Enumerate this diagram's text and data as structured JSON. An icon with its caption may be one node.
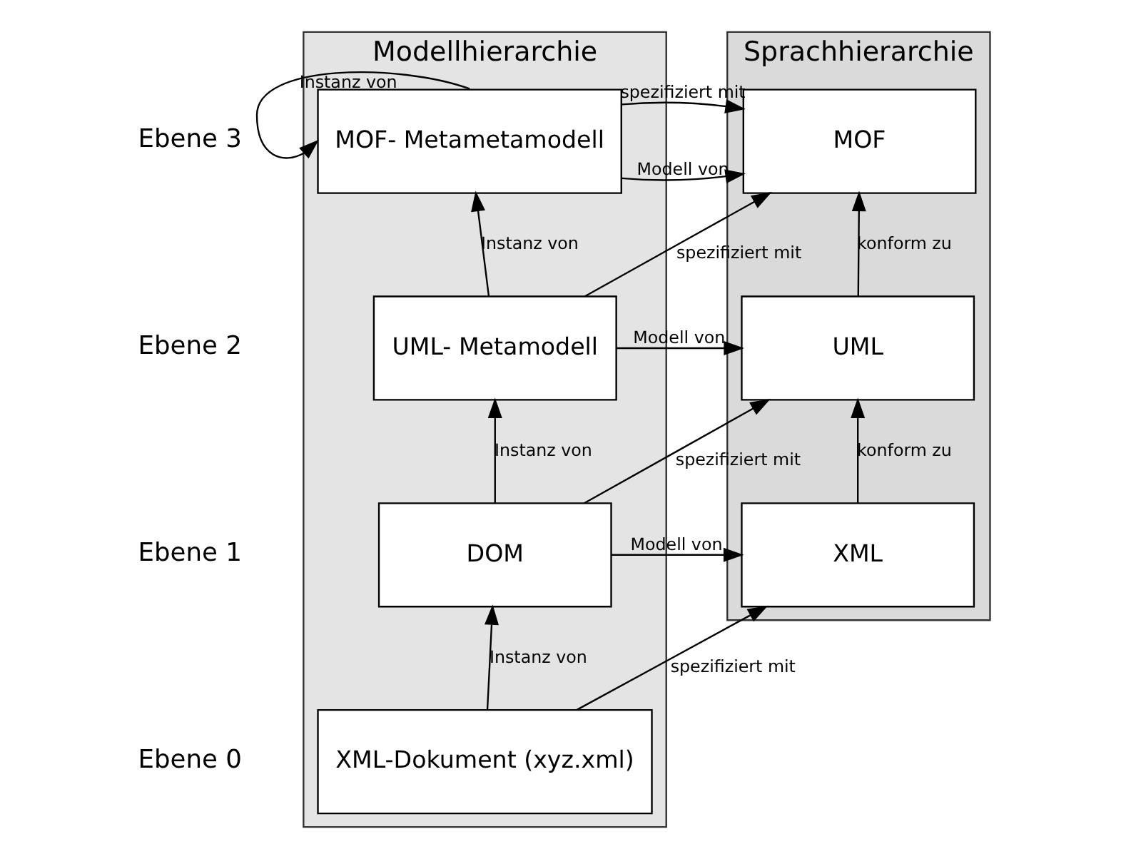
{
  "diagram": {
    "nodes": [
      {
        "text": [
          "Modellhierarchie"
        ]
      },
      {
        "text": [
          "Sprachhierarchie"
        ]
      },
      {
        "text": [
          "MOF- Metametamodell"
        ],
        "in": 0
      },
      {
        "text": [
          "UML- Metamodell"
        ],
        "in": 0
      },
      {
        "text": [
          "DOM"
        ],
        "in": 0
      },
      {
        "text": [
          "XML-Dokument (xyz.xml)"
        ],
        "in": 0
      },
      {
        "text": [
          "MOF"
        ],
        "in": 1
      },
      {
        "text": [
          "UML"
        ],
        "in": 1
      },
      {
        "text": [
          "XML"
        ],
        "in": 1
      }
    ],
    "edges": [
      {
        "from": 2,
        "to": 2,
        "arrow": "to",
        "label": "Instanz von"
      },
      {
        "from": 2,
        "to": 6,
        "arrow": "to",
        "label": "spezifiziert mit"
      },
      {
        "from": 2,
        "to": 6,
        "arrow": "to",
        "label": "Modell von"
      },
      {
        "from": 3,
        "to": 2,
        "arrow": "to",
        "label": "Instanz von"
      },
      {
        "from": 3,
        "to": 6,
        "arrow": "to",
        "label": "spezifiziert mit"
      },
      {
        "from": 3,
        "to": 7,
        "arrow": "to",
        "label": "Modell von"
      },
      {
        "from": 7,
        "to": 6,
        "arrow": "to",
        "label": "konform zu"
      },
      {
        "from": 4,
        "to": 3,
        "arrow": "to",
        "label": "Instanz von"
      },
      {
        "from": 4,
        "to": 7,
        "arrow": "to",
        "label": "spezifiziert mit"
      },
      {
        "from": 4,
        "to": 8,
        "arrow": "to",
        "label": "Modell von"
      },
      {
        "from": 8,
        "to": 7,
        "arrow": "to",
        "label": "konform zu"
      },
      {
        "from": 5,
        "to": 4,
        "arrow": "to",
        "label": "Instanz von"
      },
      {
        "from": 5,
        "to": 8,
        "arrow": "to",
        "label": "spezifiziert mit"
      }
    ],
    "labels": [
      "Ebene 3",
      "Ebene 2",
      "Ebene 1",
      "Ebene 0"
    ]
  }
}
